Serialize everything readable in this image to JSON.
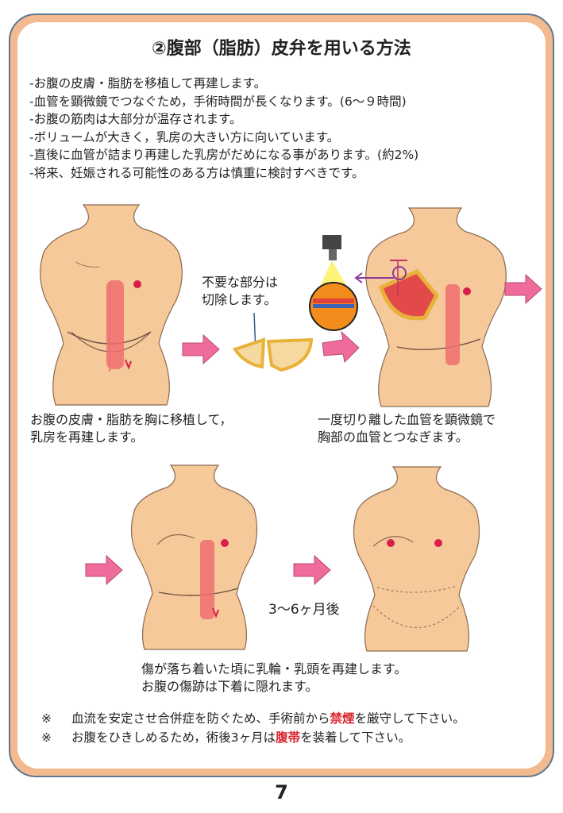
{
  "title": "②腹部（脂肪）皮弁を用いる方法",
  "bullets": [
    "-お腹の皮膚・脂肪を移植して再建します。",
    "-血管を顕微鏡でつなぐため，手術時間が長くなります。(6〜９時間)",
    "-お腹の筋肉は大部分が温存されます。",
    "-ボリュームが大きく，乳房の大きい方に向いています。",
    "-直後に血管が詰まり再建した乳房がだめになる事があります。(約2%)",
    "-将来、妊娠される可能性のある方は慎重に検討すべきです。"
  ],
  "callout": {
    "line1": "不要な部分は",
    "line2": "切除します。"
  },
  "caption_left": {
    "line1": "お腹の皮膚・脂肪を胸に移植して，",
    "line2": "乳房を再建します。"
  },
  "caption_right": {
    "line1": "一度切り離した血管を顕微鏡で",
    "line2": "胸部の血管とつなぎます。"
  },
  "time_label": "3〜6ヶ月後",
  "caption_bottom": {
    "line1": "傷が落ち着いた頃に乳輪・乳頭を再建します。",
    "line2": "お腹の傷跡は下着に隠れます。"
  },
  "notes": [
    {
      "mark": "※",
      "before": "血流を安定させ合併症を防ぐため、手術前から",
      "highlight": "禁煙",
      "after": "を厳守して下さい。"
    },
    {
      "mark": "※",
      "before": "お腹をひきしめるため，術後3ヶ月は",
      "highlight": "腹帯",
      "after": "を装着して下さい。"
    }
  ],
  "page_number": "7",
  "colors": {
    "skin": "#f6c99a",
    "frame": "#f3b98f",
    "border": "#5d7891",
    "arrow": "#ef6b9c",
    "flap": "#ee6f6f",
    "highlight": "#d8262e",
    "flap_outline": "#e8b23a"
  }
}
